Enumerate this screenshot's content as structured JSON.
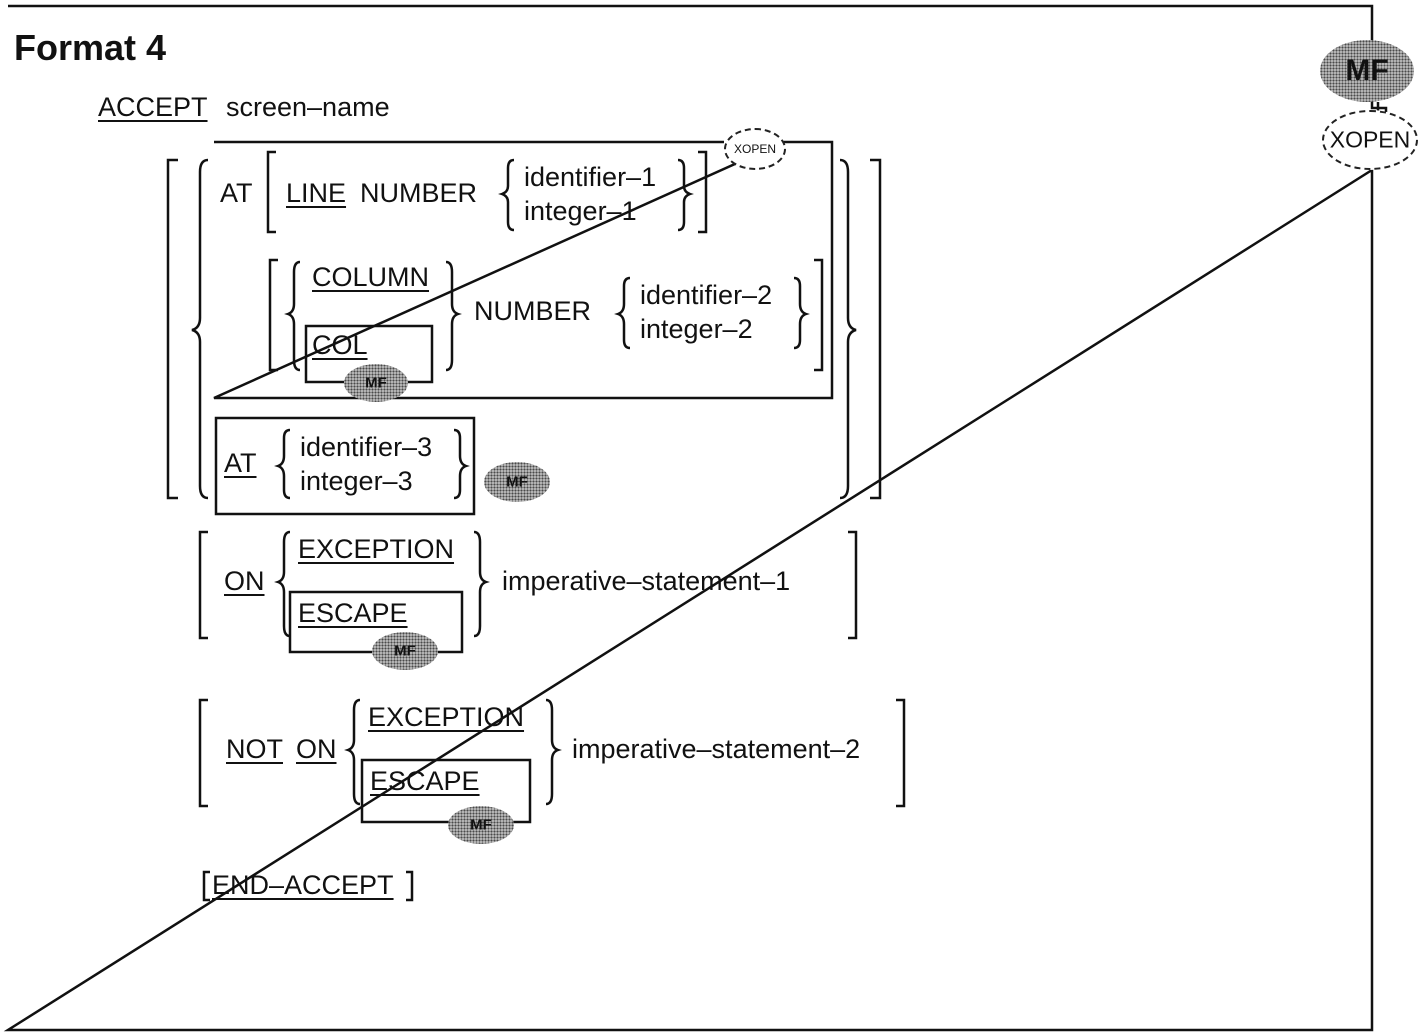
{
  "title": "Format 4",
  "statement": {
    "verb": "ACCEPT",
    "operand": "screen–name"
  },
  "at_line_group": {
    "at": "AT",
    "line": "LINE",
    "number": "NUMBER",
    "identifier": "identifier–1",
    "integer": "integer–1"
  },
  "column_group": {
    "column": "COLUMN",
    "col": "COL",
    "number": "NUMBER",
    "identifier": "identifier–2",
    "integer": "integer–2"
  },
  "at_group": {
    "at": "AT",
    "identifier": "identifier–3",
    "integer": "integer–3"
  },
  "on_exception": {
    "on": "ON",
    "exception": "EXCEPTION",
    "escape": "ESCAPE",
    "statement": "imperative–statement–1"
  },
  "not_on_exception": {
    "not": "NOT",
    "on": "ON",
    "exception": "EXCEPTION",
    "escape": "ESCAPE",
    "statement": "imperative–statement–2"
  },
  "end": "END–ACCEPT",
  "badges": {
    "mf": "MF",
    "xopen": "XOPEN"
  },
  "colors": {
    "ink": "#111111",
    "paper": "#ffffff",
    "badge_fill": "#b8b8b8"
  }
}
